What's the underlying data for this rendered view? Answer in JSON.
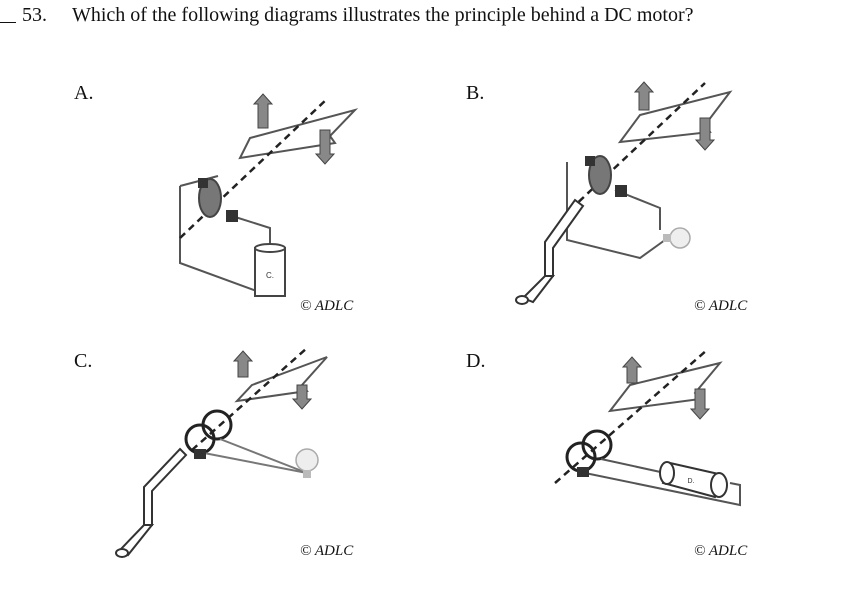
{
  "question": {
    "number": "53.",
    "text": "Which of the following diagrams illustrates the principle behind a DC motor?"
  },
  "options": [
    {
      "label": "A.",
      "copyright": "© ADLC",
      "source_label": "C."
    },
    {
      "label": "B.",
      "copyright": "© ADLC"
    },
    {
      "label": "C.",
      "copyright": "© ADLC"
    },
    {
      "label": "D.",
      "copyright": "© ADLC",
      "source_label": "D."
    }
  ]
}
